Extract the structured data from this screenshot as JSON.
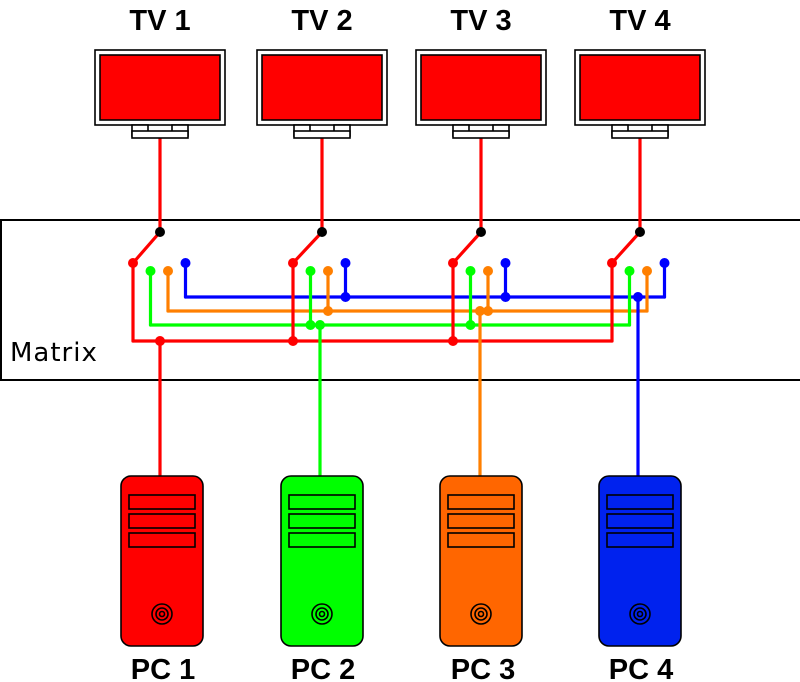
{
  "title": "TV / PC HDMI matrix switch diagram",
  "matrix": {
    "label": "Matrix"
  },
  "tvs": [
    {
      "label": "TV 1"
    },
    {
      "label": "TV 2"
    },
    {
      "label": "TV 3"
    },
    {
      "label": "TV 4"
    }
  ],
  "pcs": [
    {
      "label": "PC 1",
      "color": "#ff0000",
      "wire_color": "#ff0000"
    },
    {
      "label": "PC 2",
      "color": "#00ff00",
      "wire_color": "#00ff00"
    },
    {
      "label": "PC 3",
      "color": "#ff6600",
      "wire_color": "#ff7f00"
    },
    {
      "label": "PC 4",
      "color": "#0022ee",
      "wire_color": "#0000ff"
    }
  ],
  "colors": {
    "tv_screen": "#ff0000",
    "tv_frame": "#ffffff",
    "tv_output": "#ff0000",
    "outline": "#000000",
    "pc_red": "#ff0000",
    "pc_green": "#00ff00",
    "pc_orange": "#ff6600",
    "pc_blue": "#0022ee"
  },
  "switch_state": {
    "TV 1": "PC 1",
    "TV 2": "PC 1",
    "TV 3": "PC 1",
    "TV 4": "PC 1"
  }
}
